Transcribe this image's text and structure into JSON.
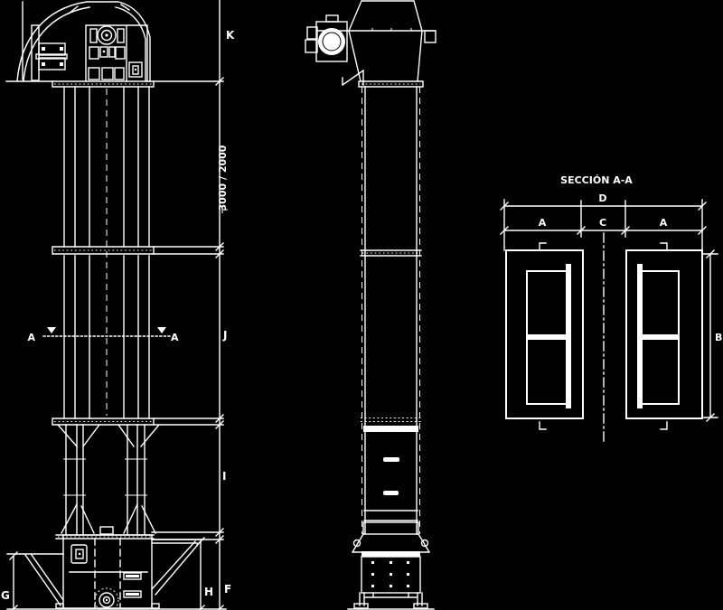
{
  "meta": {
    "background_color": "#000000",
    "line_color": "#ffffff",
    "drawing_type": "bucket-elevator technical drawing"
  },
  "front_view": {
    "dim_k": "K",
    "dim_length": "3000 / 2000",
    "dim_j": "J",
    "dim_i": "I",
    "dim_h": "H",
    "dim_f": "F",
    "dim_g": "G",
    "cut_label_left": "A",
    "cut_label_right": "A"
  },
  "section_view": {
    "title": "SECCIÓN A-A",
    "dim_d": "D",
    "dim_a_left": "A",
    "dim_c": "C",
    "dim_a_right": "A",
    "dim_b": "B"
  }
}
